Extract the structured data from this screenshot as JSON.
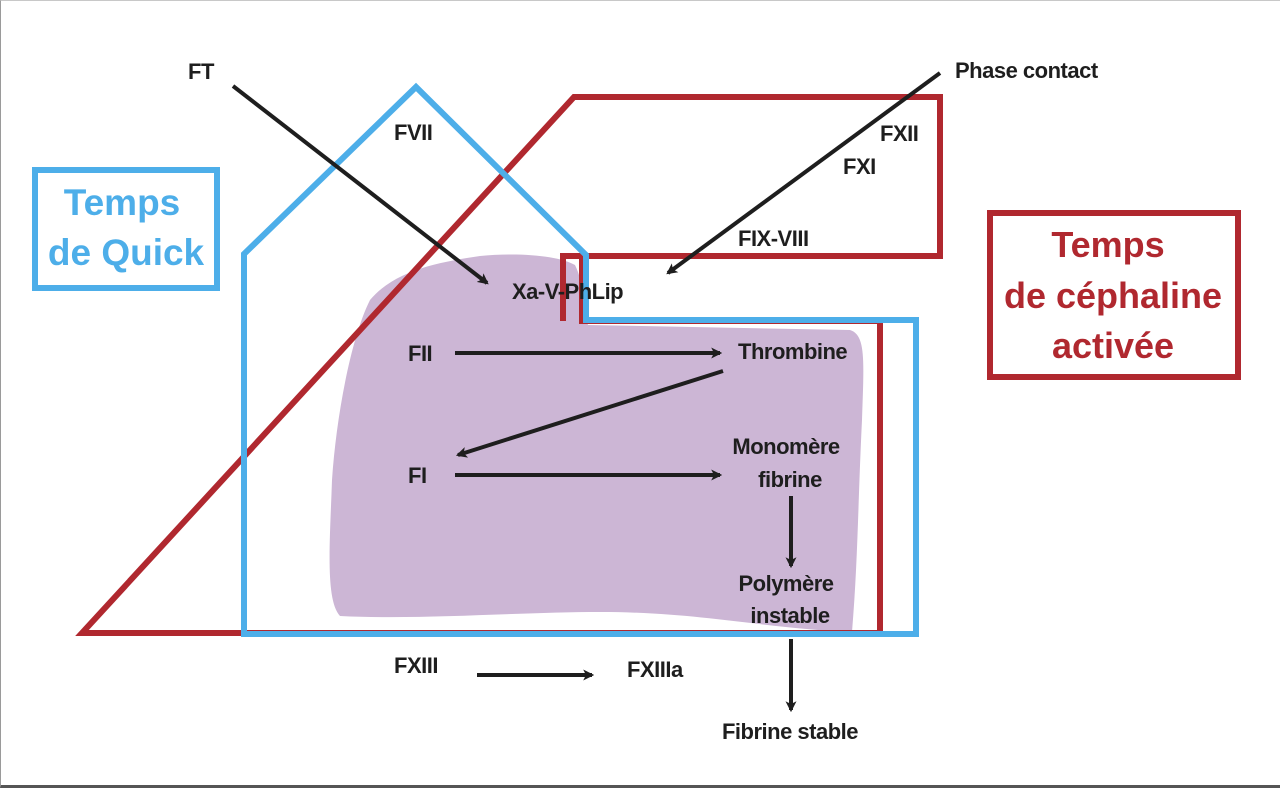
{
  "colors": {
    "quick_blue": "#4daee9",
    "tca_red": "#b0282f",
    "common_pathway_purple": "#ccb6d5",
    "arrow_black": "#1e1e1e"
  },
  "legend": {
    "quick": {
      "line1": "Temps",
      "line2": "de Quick"
    },
    "tca": {
      "line1": "Temps",
      "line2": "de céphaline",
      "line3": "activée"
    }
  },
  "labels": {
    "ft": "FT",
    "fvii": "FVII",
    "phase_contact": "Phase contact",
    "fxii": "FXII",
    "fxi": "FXI",
    "fix_viii": "FIX-VIII",
    "prothrombinase": "Xa-V-PhLip",
    "fii": "FII",
    "thrombine": "Thrombine",
    "fi": "FI",
    "monomere_line1": "Monomère",
    "monomere_line2": "fibrine",
    "polymere_line1": "Polymère",
    "polymere_line2": "instable",
    "fxiii": "FXIII",
    "fxiiia": "FXIIIa",
    "fibrine_stable": "Fibrine stable"
  }
}
